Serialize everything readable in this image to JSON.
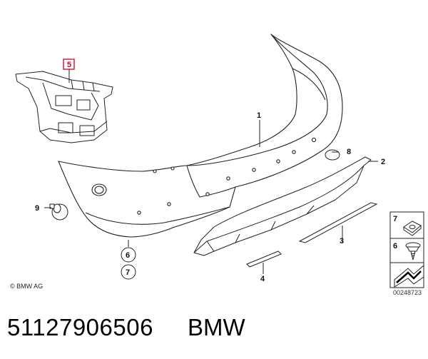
{
  "diagram": {
    "callouts": [
      {
        "id": "c1",
        "text": "1"
      },
      {
        "id": "c2",
        "text": "2"
      },
      {
        "id": "c3",
        "text": "3"
      },
      {
        "id": "c4",
        "text": "4"
      },
      {
        "id": "c5",
        "text": "5"
      },
      {
        "id": "c8",
        "text": "8"
      },
      {
        "id": "c9",
        "text": "9"
      },
      {
        "id": "c6",
        "text": "6"
      },
      {
        "id": "c7",
        "text": "7"
      }
    ],
    "legend": {
      "item7": "7",
      "item6": "6"
    },
    "copyright": "© BMW AG",
    "diagram_code": "00248723",
    "highlight_color": "#d0021b"
  },
  "footer": {
    "part_number": "51127906506",
    "brand": "BMW"
  }
}
